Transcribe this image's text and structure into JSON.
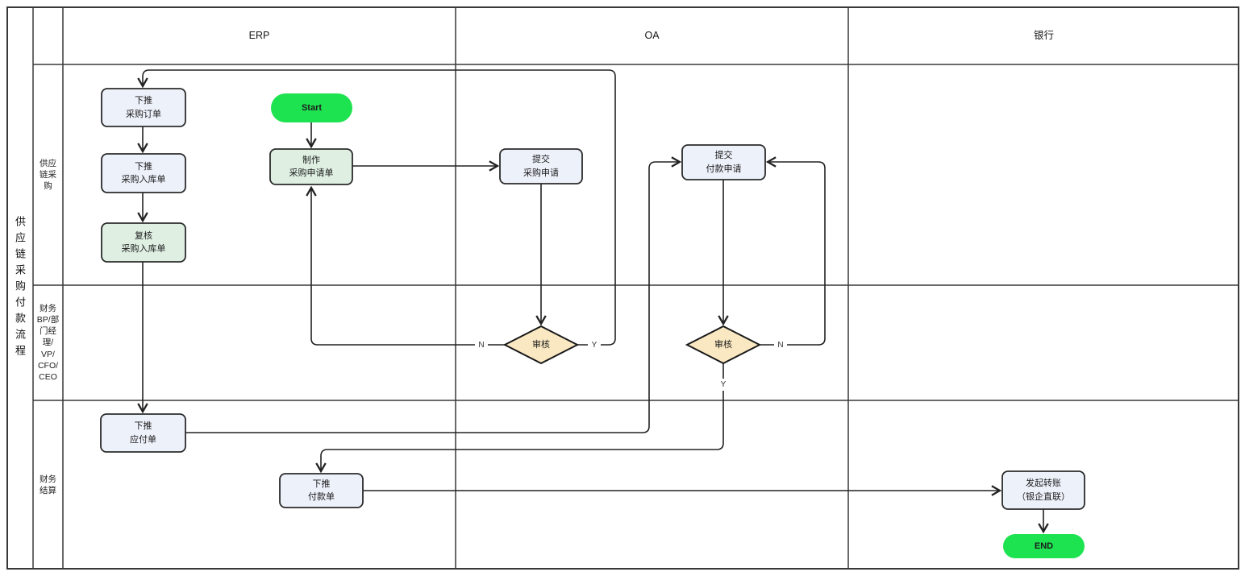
{
  "diagram_title": "供应链采购付款流程",
  "headers": {
    "erp": "ERP",
    "oa": "OA",
    "bank": "银行"
  },
  "lanes": {
    "procurement": "供应\n链采\n购",
    "finance_approval": "财务\nBP/部\n门经\n理/\nVP/\nCFO/\nCEO",
    "finance_settlement": "财务\n结算"
  },
  "nodes": {
    "start": {
      "label": "Start",
      "type": "start"
    },
    "make_purchase_requisition": {
      "label": "制作\n采购申请单",
      "type": "process-highlight"
    },
    "push_purchase_order": {
      "label": "下推\n采购订单",
      "type": "process"
    },
    "push_purchase_receipt": {
      "label": "下推\n采购入库单",
      "type": "process"
    },
    "review_purchase_receipt": {
      "label": "复核\n采购入库单",
      "type": "process-highlight"
    },
    "submit_purchase_request": {
      "label": "提交\n采购申请",
      "type": "process"
    },
    "submit_payment_request": {
      "label": "提交\n付款申请",
      "type": "process"
    },
    "review_purchase": {
      "label": "审核",
      "type": "decision"
    },
    "review_payment": {
      "label": "审核",
      "type": "decision"
    },
    "push_payable": {
      "label": "下推\n应付单",
      "type": "process"
    },
    "push_payment_order": {
      "label": "下推\n付款单",
      "type": "process"
    },
    "initiate_transfer": {
      "label": "发起转账\n（银企直联）",
      "type": "process"
    },
    "end": {
      "label": "END",
      "type": "end"
    }
  },
  "edge_labels": {
    "review_purchase_no": "N",
    "review_purchase_yes": "Y",
    "review_payment_no": "N",
    "review_payment_yes": "Y"
  },
  "colors": {
    "start_end_fill": "#1ee351",
    "process_fill": "#edf1fa",
    "highlight_fill": "#dff0e3",
    "decision_fill": "#f9e8c2"
  }
}
